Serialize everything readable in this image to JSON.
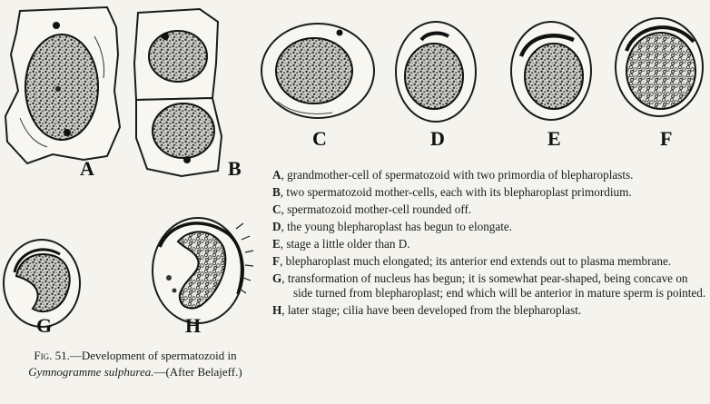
{
  "figure": {
    "panel_labels": [
      "A",
      "B",
      "C",
      "D",
      "E",
      "F",
      "G",
      "H"
    ],
    "legend": [
      {
        "key": "A",
        "text": ", grandmother-cell of spermatozoid with two primordia of blepharoplasts."
      },
      {
        "key": "B",
        "text": ", two spermatozoid mother-cells, each with its blepharoplast primordium."
      },
      {
        "key": "C",
        "text": ", spermatozoid mother-cell rounded off."
      },
      {
        "key": "D",
        "text": ", the young blepharoplast has begun to elongate."
      },
      {
        "key": "E",
        "text": ", stage a little older than D."
      },
      {
        "key": "F",
        "text": ", blepharoplast much elongated; its anterior end extends out to plasma membrane."
      },
      {
        "key": "G",
        "text": ", transformation of nucleus has begun; it is somewhat pear-shaped, being concave on side turned from blepharoplast; end which will be anterior in mature sperm is pointed."
      },
      {
        "key": "H",
        "text": ", later stage; cilia have been developed from the blepharoplast."
      }
    ],
    "caption": {
      "fig_number": "Fig. 51.",
      "text_before": "—Development of spermatozoid in ",
      "species": "Gymnogramme sulphurea.",
      "text_after": "—(After Belajeff.)"
    }
  }
}
